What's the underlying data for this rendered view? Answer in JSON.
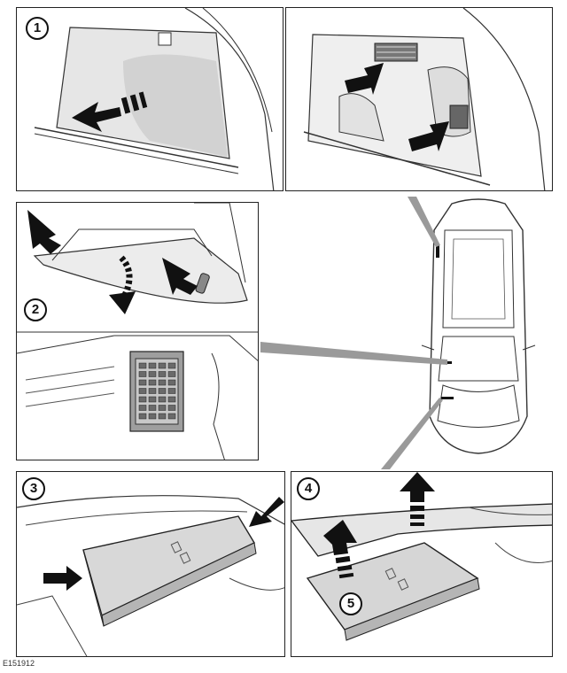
{
  "callouts": {
    "step1": "1",
    "step2": "2",
    "step3": "3",
    "step4": "4",
    "step5": "5"
  },
  "figure_id": "E151912",
  "colors": {
    "line": "#2a2a2a",
    "arrow": "#111111",
    "panel_fill": "#e6e6e6",
    "cover_fill": "#dcdcdc",
    "fusebox_fill": "#bdbdbd",
    "leader": "#9a9a9a"
  }
}
